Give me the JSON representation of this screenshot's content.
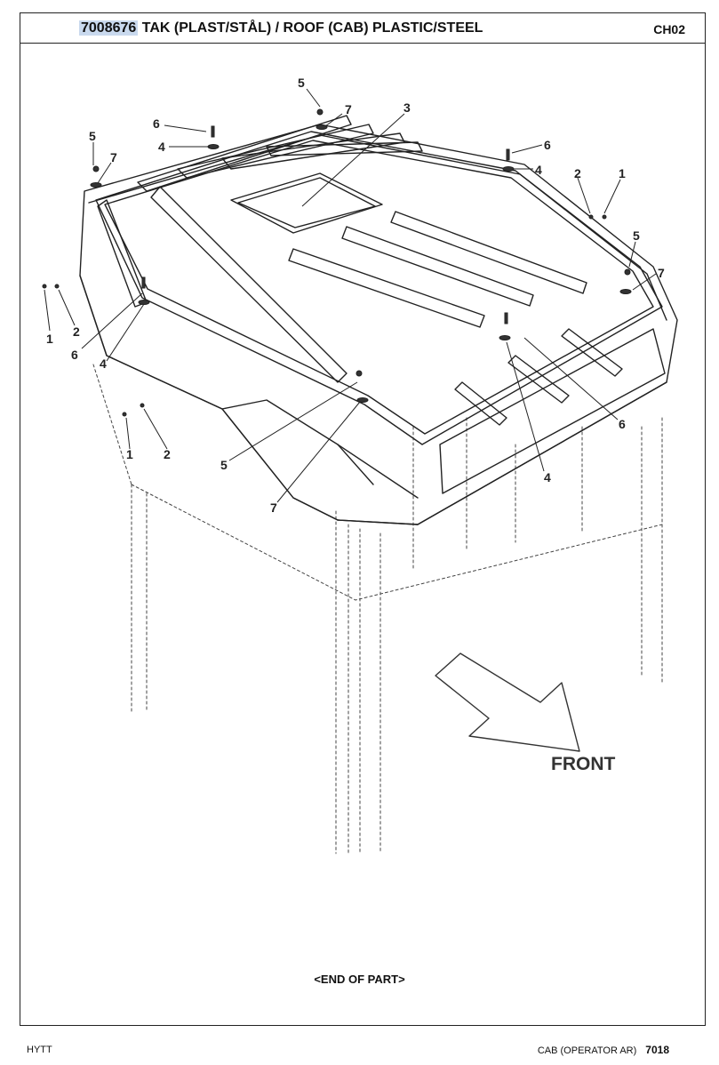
{
  "header": {
    "part_number": "7008676",
    "title": "TAK (PLAST/STÅL) / ROOF (CAB) PLASTIC/STEEL",
    "code": "CH02"
  },
  "drawing": {
    "front_label": "FRONT",
    "callouts": [
      "1",
      "2",
      "3",
      "4",
      "5",
      "6",
      "7"
    ]
  },
  "end_of_part": "<END OF PART>",
  "footer": {
    "left": "HYTT",
    "section": "CAB (OPERATOR AR)",
    "page": "7018"
  }
}
